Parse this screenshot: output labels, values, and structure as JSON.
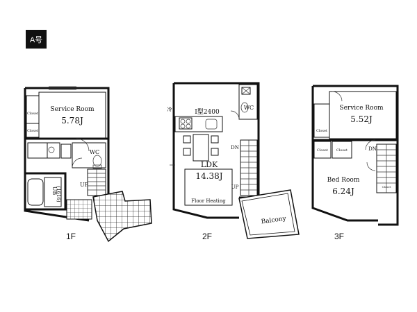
{
  "badge": {
    "text": "A号",
    "bg": "#111111",
    "fg": "#ffffff"
  },
  "floors": [
    {
      "id": "1f",
      "label": "1F",
      "rooms": {
        "service": "Service Room",
        "service_area": "5.78J",
        "closet_a": "Closet",
        "closet_b": "Closet",
        "wc": "WC",
        "up": "UP",
        "bath": "UB",
        "bath_size": "(1616)"
      }
    },
    {
      "id": "2f",
      "label": "2F",
      "rooms": {
        "kitchen": "I型2400",
        "wc": "WC",
        "ldk": "LDK",
        "ldk_area": "14.38J",
        "floor_heating": "Floor Heating",
        "dn": "DN",
        "up": "UP",
        "balcony": "Balcony",
        "reizo": "冷"
      }
    },
    {
      "id": "3f",
      "label": "3F",
      "rooms": {
        "service": "Service Room",
        "service_area": "5.52J",
        "bed": "Bed Room",
        "bed_area": "6.24J",
        "closet_a": "Closet",
        "closet_b": "Closet",
        "closet_c": "Closet",
        "closet_d": "Closet",
        "dn": "DN"
      }
    }
  ]
}
